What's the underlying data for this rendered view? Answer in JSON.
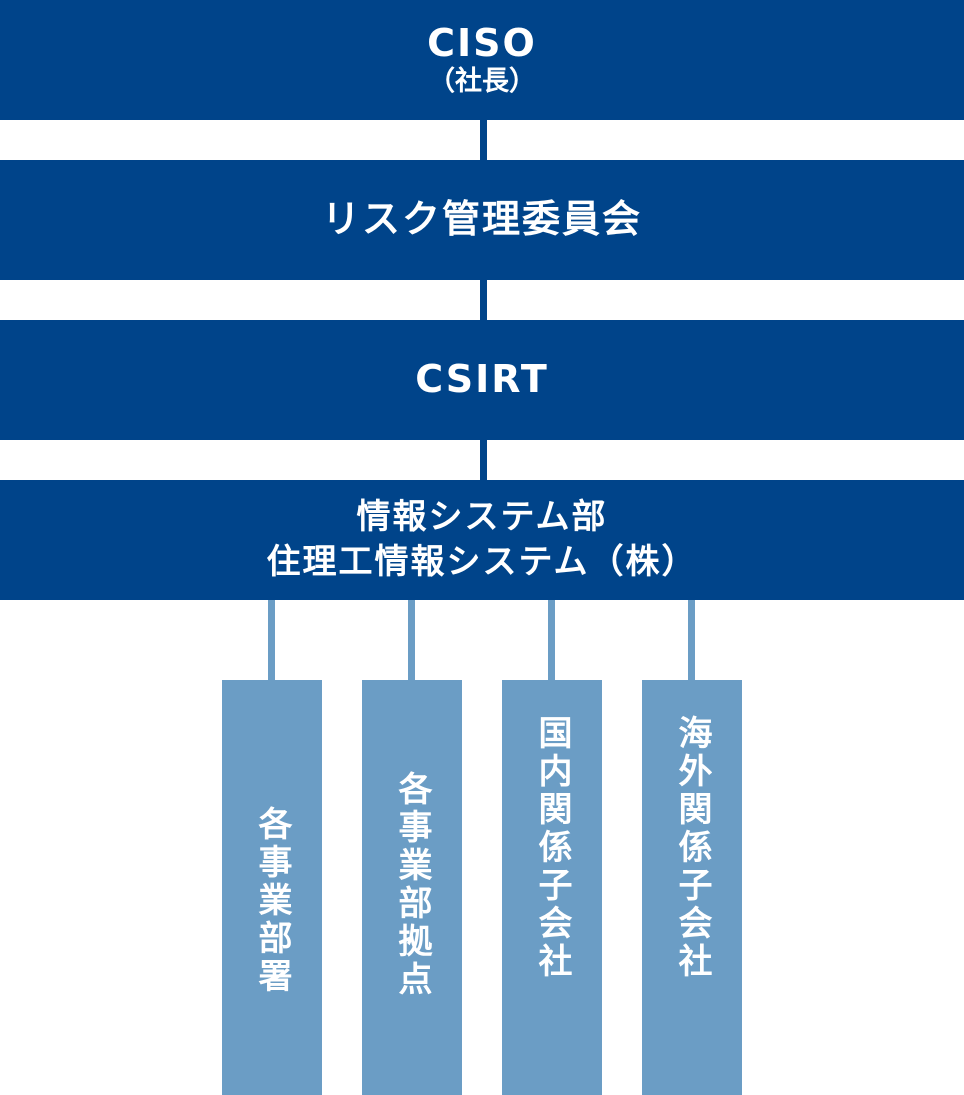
{
  "ciso": {
    "title": "CISO",
    "subtitle": "（社長）"
  },
  "risk_committee": {
    "title": "リスク管理委員会"
  },
  "csirt": {
    "title": "CSIRT"
  },
  "info_systems": {
    "line1": "情報システム部",
    "line2": "住理工情報システム（株）"
  },
  "units": [
    {
      "label": "各事業部署"
    },
    {
      "label": "各事業部拠点"
    },
    {
      "label": "国内関係子会社"
    },
    {
      "label": "海外関係子会社"
    }
  ],
  "colors": {
    "primary": "#00448a",
    "secondary": "#6b9dc5",
    "text": "#ffffff"
  }
}
